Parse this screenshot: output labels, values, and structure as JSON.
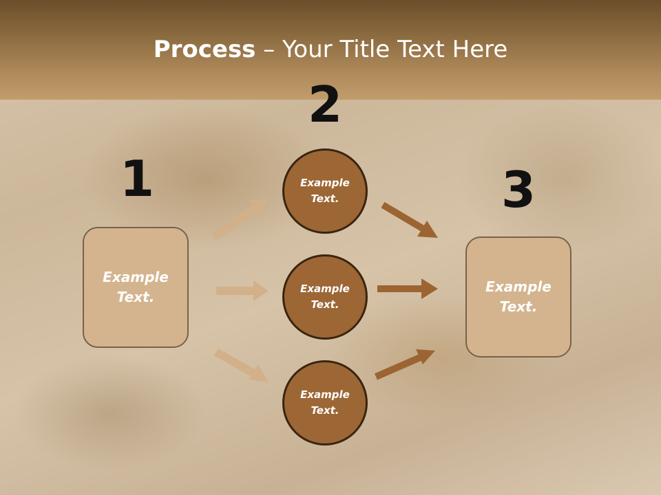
{
  "title": {
    "bold": "Process",
    "rest": " – Your Title Text Here"
  },
  "steps": {
    "one": {
      "number": "1",
      "text": "Example\nText."
    },
    "two": {
      "number": "2",
      "circles": [
        {
          "text": "Example\nText."
        },
        {
          "text": "Example\nText."
        },
        {
          "text": "Example\nText."
        }
      ]
    },
    "three": {
      "number": "3",
      "text": "Example\nText."
    }
  },
  "colors": {
    "header": "#8a6a3f",
    "box_fill": "#d4b48e",
    "circle_fill": "#9c6735",
    "arrow_light": "#d2b18a",
    "arrow_dark": "#9c6432"
  }
}
